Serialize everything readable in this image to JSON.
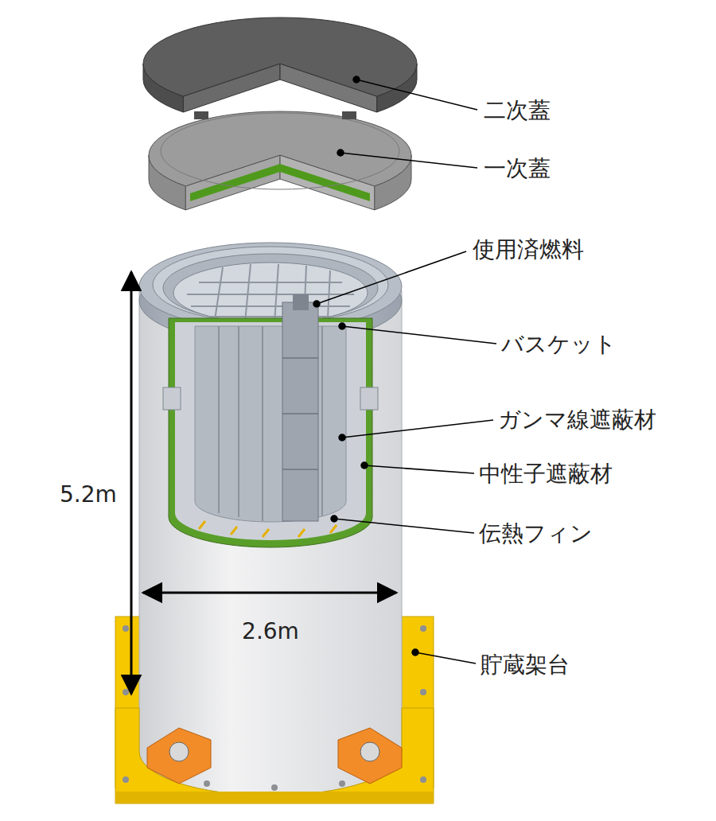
{
  "diagram": {
    "labels": [
      "二次蓋",
      "一次蓋",
      "使用済燃料",
      "バスケット",
      "ガンマ線遮蔽材",
      "中性子遮蔽材",
      "伝熱フィン",
      "貯蔵架台",
      "5.2m",
      "2.6m"
    ]
  }
}
